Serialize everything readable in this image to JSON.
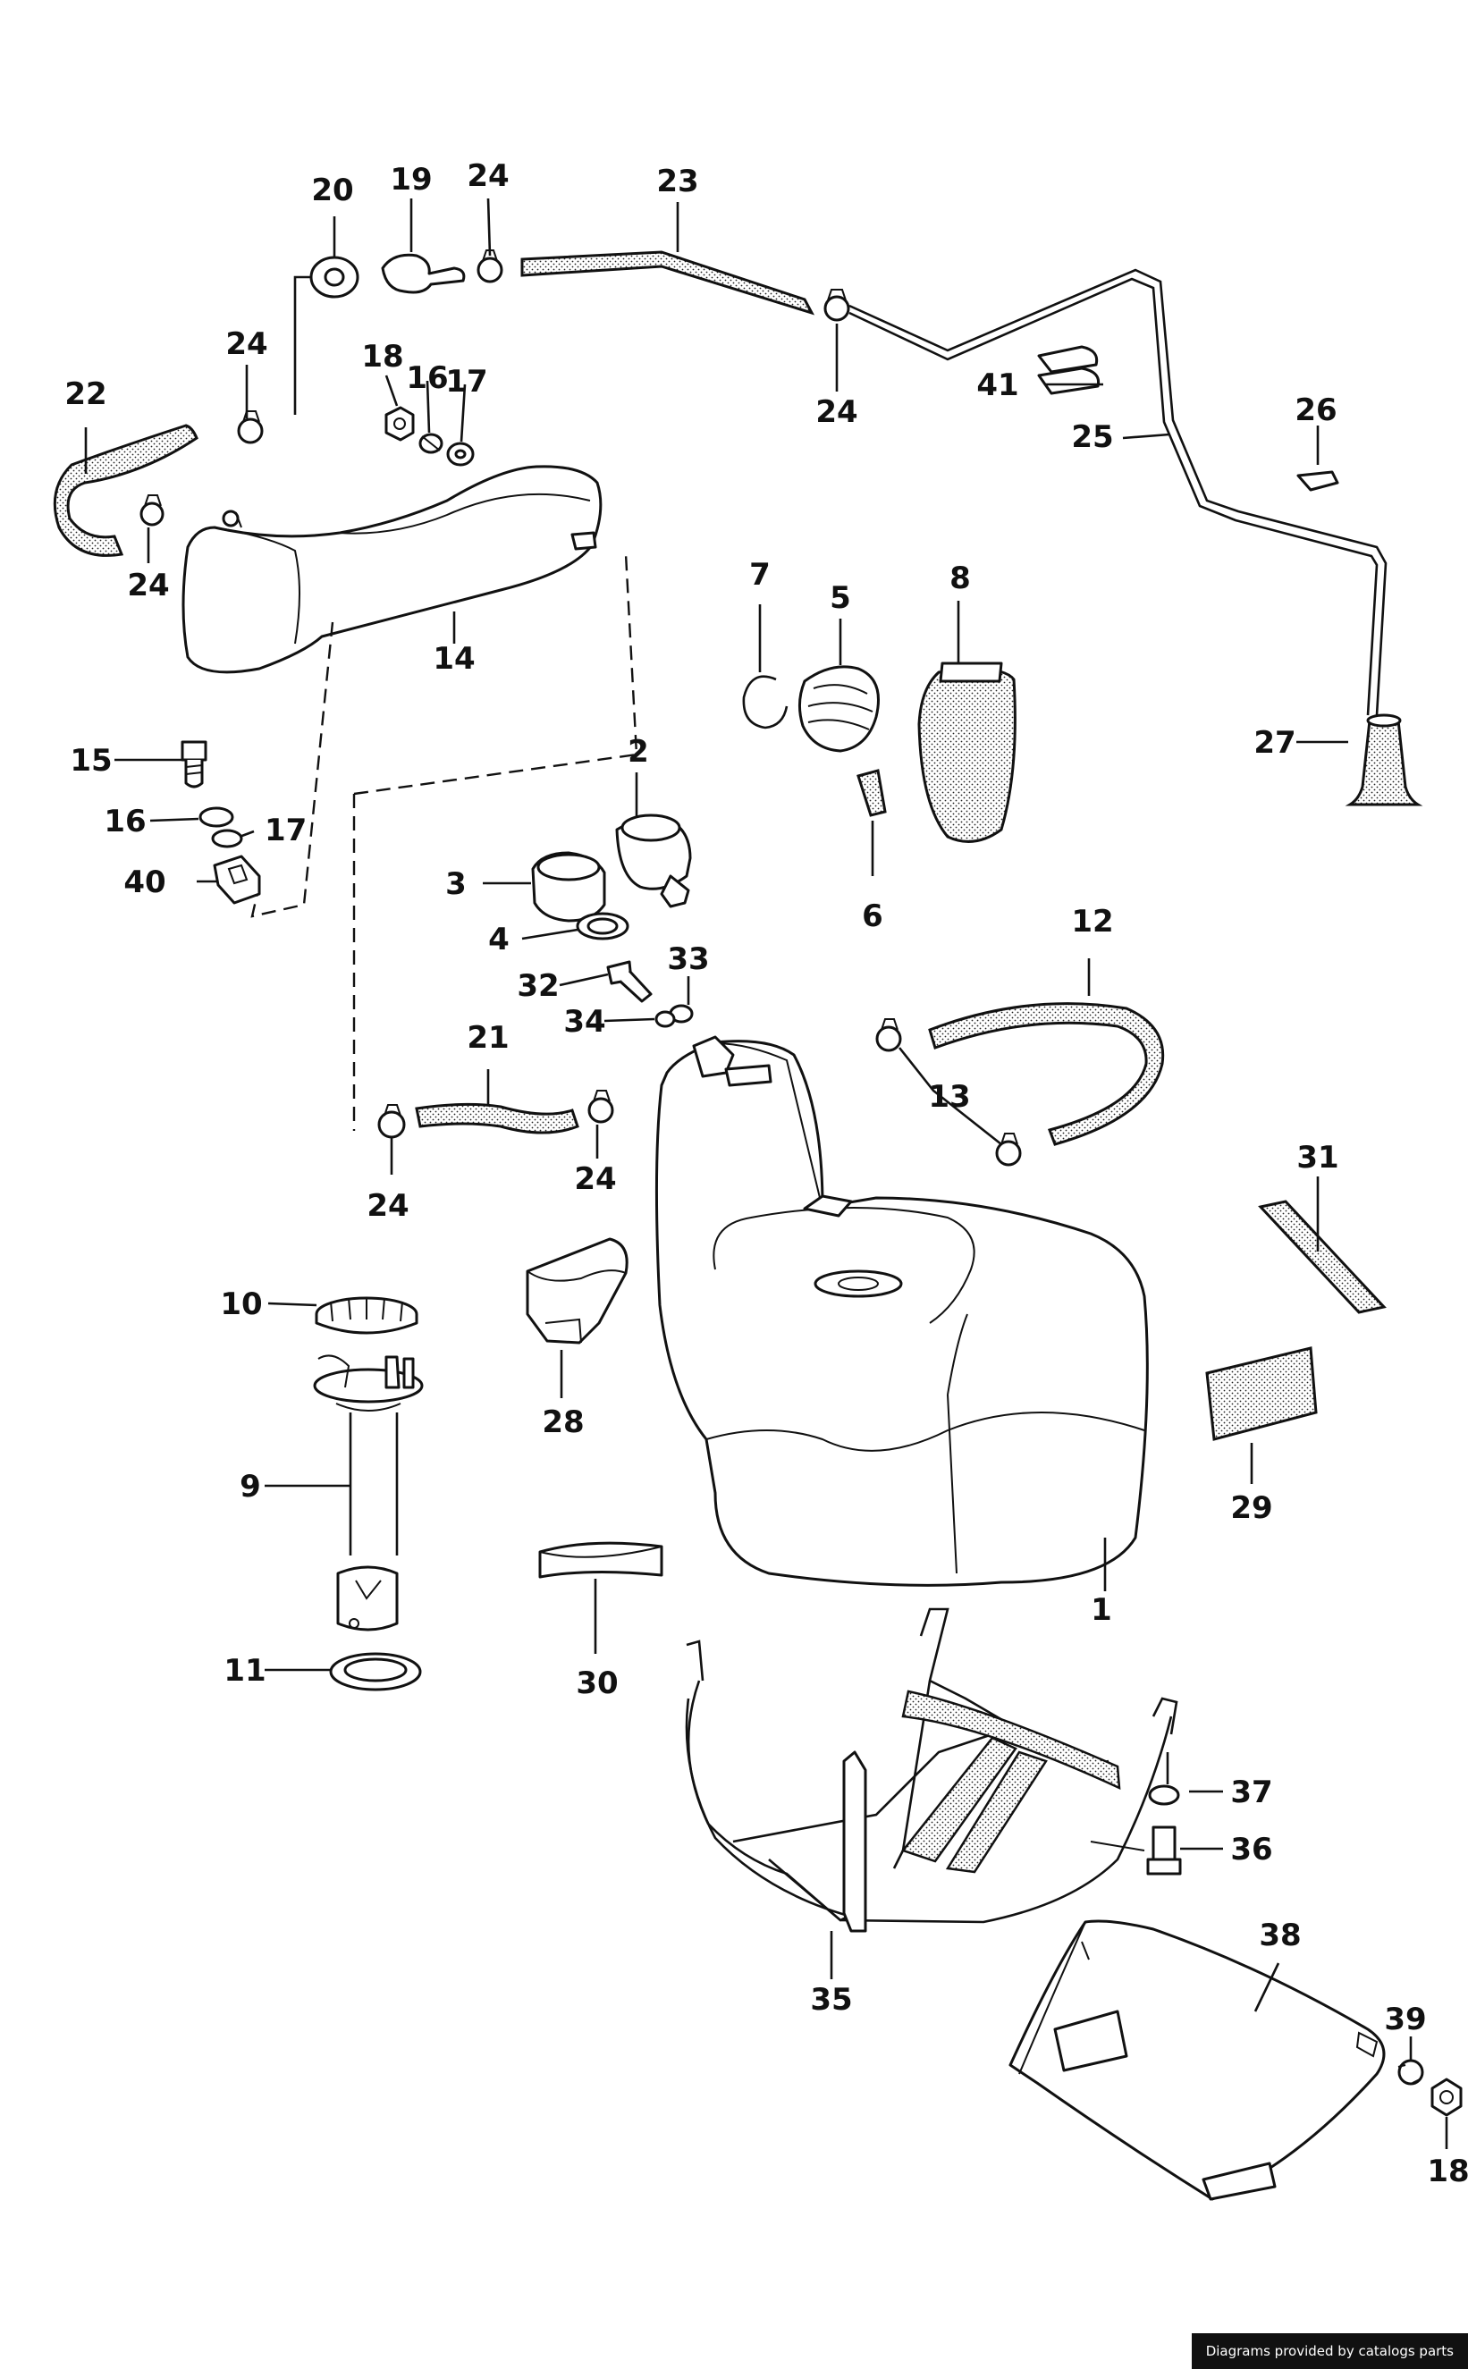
{
  "footer": {
    "credit": "Diagrams provided by catalogs parts"
  },
  "colors": {
    "line": "#111111",
    "background": "#ffffff",
    "footer_bg": "#111111"
  },
  "callouts": [
    "1",
    "2",
    "3",
    "4",
    "5",
    "6",
    "7",
    "8",
    "9",
    "10",
    "11",
    "12",
    "13",
    "14",
    "15",
    "16",
    "16",
    "17",
    "17",
    "18",
    "18",
    "19",
    "20",
    "21",
    "22",
    "23",
    "24",
    "24",
    "24",
    "24",
    "24",
    "24",
    "25",
    "26",
    "27",
    "28",
    "29",
    "30",
    "31",
    "32",
    "33",
    "34",
    "35",
    "36",
    "37",
    "38",
    "39",
    "40",
    "41"
  ]
}
